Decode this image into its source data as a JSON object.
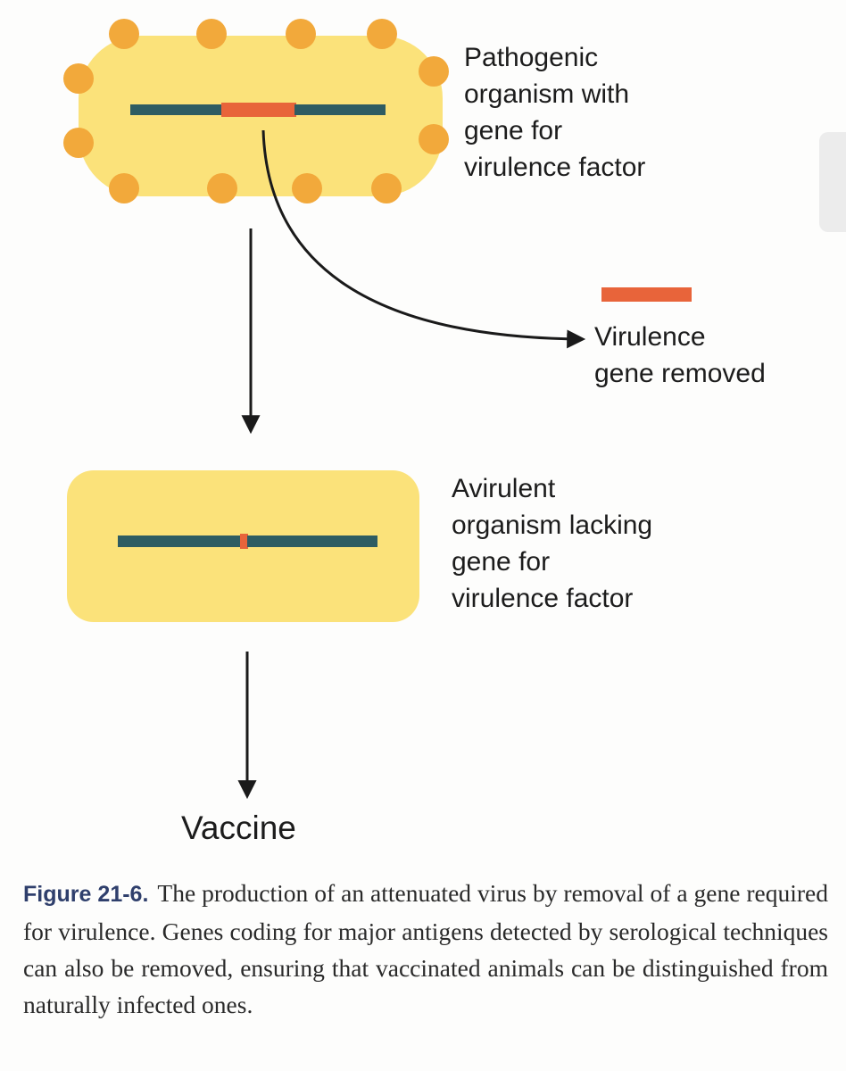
{
  "labels": {
    "pathogenic": [
      "Pathogenic",
      "organism with",
      "gene for",
      "virulence factor"
    ],
    "virulence_removed": [
      "Virulence",
      "gene removed"
    ],
    "avirulent": [
      "Avirulent",
      "organism lacking",
      "gene for",
      "virulence factor"
    ],
    "vaccine": "Vaccine"
  },
  "caption": {
    "label": "Figure 21-6.",
    "text": "The production of an attenuated virus by removal of a gene required for virulence. Genes coding for major antigens detected by serological techniques can also be removed, ensuring that vaccinated animals can be distinguished from naturally infected ones."
  },
  "colors": {
    "cell_fill": "#fbe27a",
    "cell_fill_inner": "#f8da6c",
    "surface_antigen": "#f2a93b",
    "gene_strand": "#2e5c62",
    "virulence_gene": "#e8643a",
    "arrow": "#1a1a1a",
    "caption_label": "#2f3f6c"
  }
}
